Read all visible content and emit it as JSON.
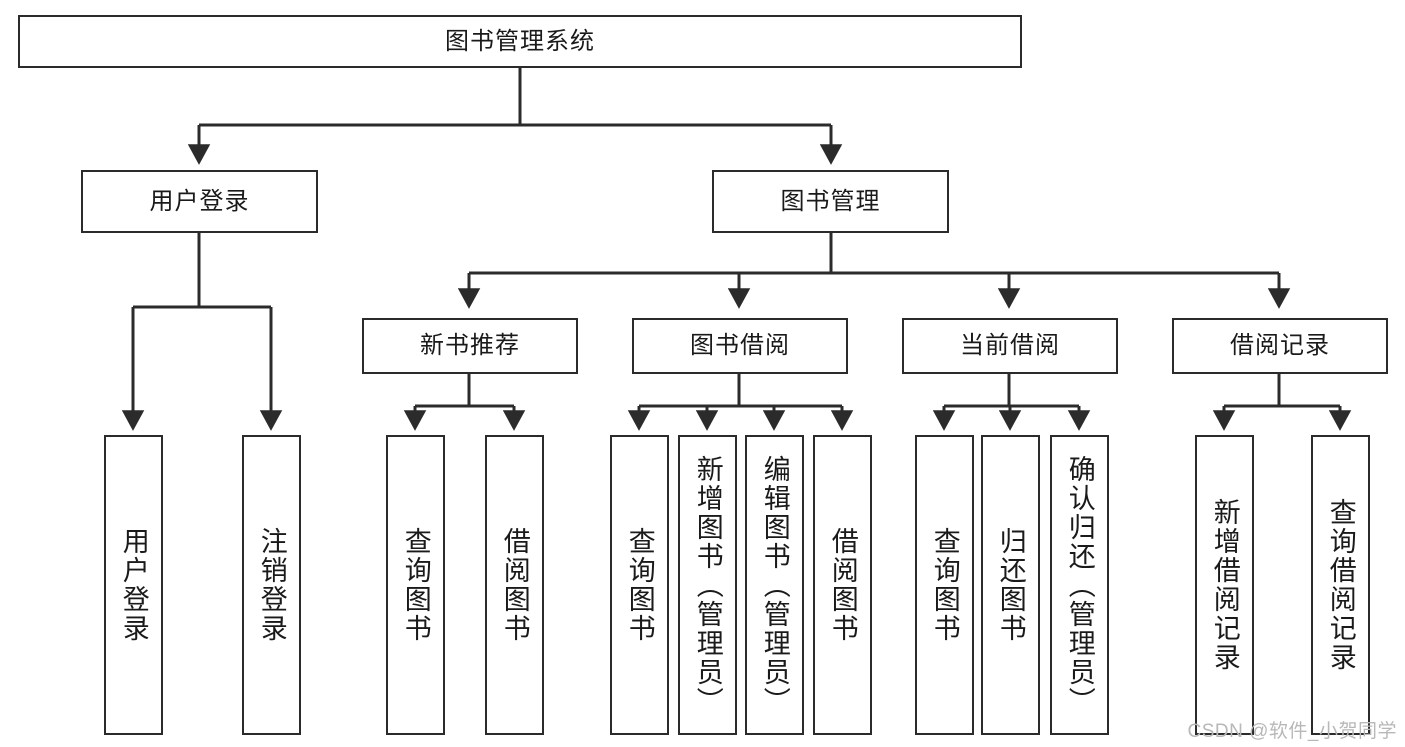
{
  "diagram": {
    "type": "hierarchy-tree",
    "title_text": "图书管理系统",
    "watermark": "CSDN @软件_小贺同学",
    "colors": {
      "stroke": "#2b2b2b",
      "fill": "#ffffff",
      "text": "#1a1a1a",
      "watermark": "#b8b8b8"
    },
    "levels": {
      "root": {
        "label": "图书管理系统"
      },
      "level2": [
        {
          "id": "user-login",
          "label": "用户登录"
        },
        {
          "id": "book-management",
          "label": "图书管理"
        }
      ],
      "level3": [
        {
          "id": "new-book-recommend",
          "label": "新书推荐",
          "parent": "book-management"
        },
        {
          "id": "book-borrow",
          "label": "图书借阅",
          "parent": "book-management"
        },
        {
          "id": "current-borrow",
          "label": "当前借阅",
          "parent": "book-management"
        },
        {
          "id": "borrow-record",
          "label": "借阅记录",
          "parent": "book-management"
        }
      ],
      "leaves": [
        {
          "id": "leaf-user-login",
          "label": "用户登录",
          "parent": "user-login"
        },
        {
          "id": "leaf-logout",
          "label": "注销登录",
          "parent": "user-login"
        },
        {
          "id": "leaf-query-book-1",
          "label": "查询图书",
          "parent": "new-book-recommend"
        },
        {
          "id": "leaf-borrow-book-1",
          "label": "借阅图书",
          "parent": "new-book-recommend"
        },
        {
          "id": "leaf-query-book-2",
          "label": "查询图书",
          "parent": "book-borrow"
        },
        {
          "id": "leaf-add-book",
          "label": "新增图书（管理员）",
          "parent": "book-borrow"
        },
        {
          "id": "leaf-edit-book",
          "label": "编辑图书（管理员）",
          "parent": "book-borrow"
        },
        {
          "id": "leaf-borrow-book-2",
          "label": "借阅图书",
          "parent": "book-borrow"
        },
        {
          "id": "leaf-query-book-3",
          "label": "查询图书",
          "parent": "current-borrow"
        },
        {
          "id": "leaf-return-book",
          "label": "归还图书",
          "parent": "current-borrow"
        },
        {
          "id": "leaf-confirm-return",
          "label": "确认归还（管理员）",
          "parent": "current-borrow"
        },
        {
          "id": "leaf-add-record",
          "label": "新增借阅记录",
          "parent": "borrow-record"
        },
        {
          "id": "leaf-query-record",
          "label": "查询借阅记录",
          "parent": "borrow-record"
        }
      ]
    }
  }
}
